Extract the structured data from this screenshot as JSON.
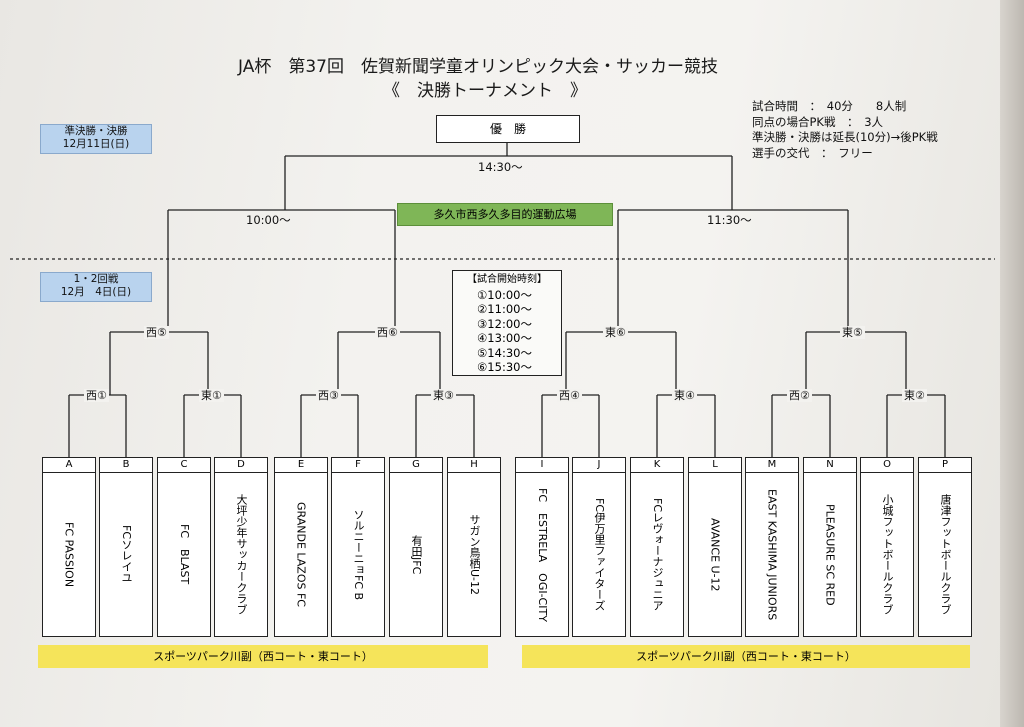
{
  "title": "JA杯　第37回　佐賀新聞学童オリンピック大会・サッカー競技",
  "subtitle": "《　決勝トーナメント　》",
  "rules": [
    "試合時間　：　40分　　8人制",
    "同点の場合PK戦　：　3人",
    "準決勝・決勝は延長(10分)→後PK戦",
    "選手の交代　：　フリー"
  ],
  "semis_box": {
    "line1": "準決勝・決勝",
    "line2": "12月11日(日)"
  },
  "round12_box": {
    "line1": "1・2回戦",
    "line2": "12月　4日(日)"
  },
  "final_label": "優　勝",
  "final_time": "14:30～",
  "semi_left_time": "10:00～",
  "semi_right_time": "11:30～",
  "venue": "多久市西多久多目的運動広場",
  "schedule": {
    "header": "【試合開始時刻】",
    "times": [
      "①10:00～",
      "②11:00～",
      "③12:00～",
      "④13:00～",
      "⑤14:30～",
      "⑥15:30～"
    ]
  },
  "round2_labels": [
    "西⑤",
    "西⑥",
    "東⑥",
    "東⑤"
  ],
  "round1_labels": [
    "西①",
    "東①",
    "西③",
    "東③",
    "西④",
    "東④",
    "西②",
    "東②"
  ],
  "teams": [
    {
      "letter": "A",
      "name": "FC PASSION"
    },
    {
      "letter": "B",
      "name": "FCソレイユ"
    },
    {
      "letter": "C",
      "name": "FC　BLAST"
    },
    {
      "letter": "D",
      "name": "大坪少年サッカークラブ"
    },
    {
      "letter": "E",
      "name": "GRANDE LAZOS FC"
    },
    {
      "letter": "F",
      "name": "ソルニーニョFC B"
    },
    {
      "letter": "G",
      "name": "有田JFC"
    },
    {
      "letter": "H",
      "name": "サガン鳥栖U-12"
    },
    {
      "letter": "I",
      "name": "FC　ESTRELA　OGI-CITY"
    },
    {
      "letter": "J",
      "name": "FC伊万里ファイターズ"
    },
    {
      "letter": "K",
      "name": "FCレヴォーナジュニア"
    },
    {
      "letter": "L",
      "name": "AVANCE U-12"
    },
    {
      "letter": "M",
      "name": "EAST KASHIMA JUNIORS"
    },
    {
      "letter": "N",
      "name": "PLEASURE SC RED"
    },
    {
      "letter": "O",
      "name": "小城フットボールクラブ"
    },
    {
      "letter": "P",
      "name": "唐津フットボールクラブ"
    }
  ],
  "bottom_venues": [
    "スポーツパーク川副（西コート・東コート）",
    "スポーツパーク川副（西コート・東コート）"
  ]
}
